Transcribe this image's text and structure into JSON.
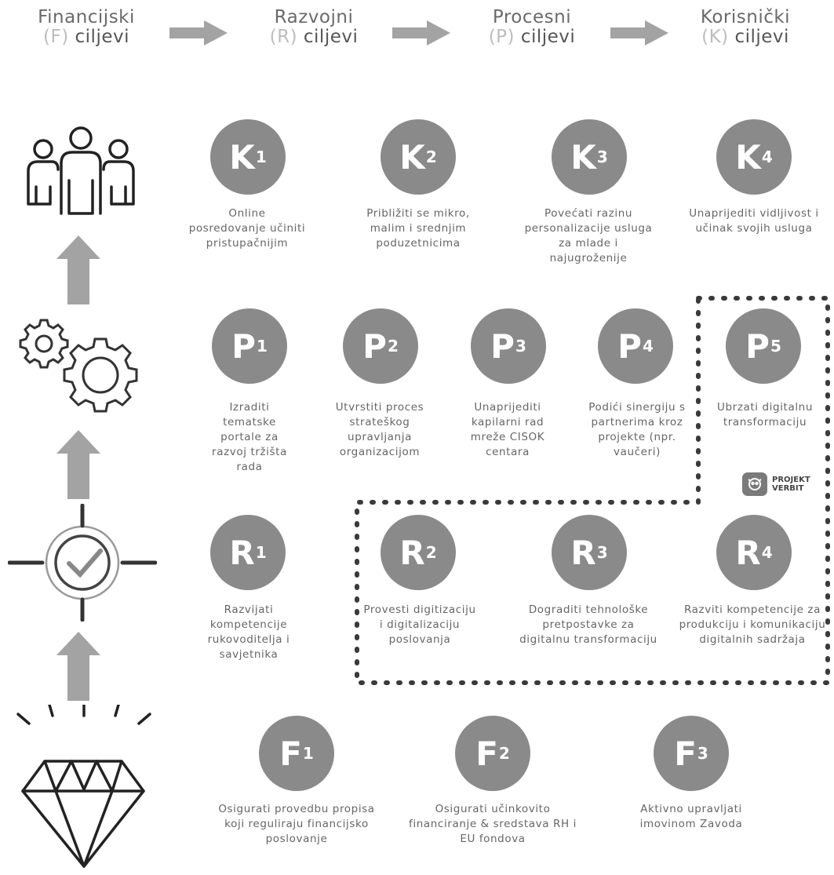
{
  "headers": [
    {
      "word": "Financijski",
      "code": "(F)",
      "tail": "ciljevi"
    },
    {
      "word": "Razvojni",
      "code": "(R)",
      "tail": "ciljevi"
    },
    {
      "word": "Procesni",
      "code": "(P)",
      "tail": "ciljevi"
    },
    {
      "word": "Korisnički",
      "code": "(K)",
      "tail": "ciljevi"
    }
  ],
  "goals": {
    "K1": {
      "letter": "K",
      "num": "1",
      "text": "Online posredovanje učiniti pristupačnijim"
    },
    "K2": {
      "letter": "K",
      "num": "2",
      "text": "Približiti se mikro, malim i srednjim poduzetnicima"
    },
    "K3": {
      "letter": "K",
      "num": "3",
      "text": "Povećati razinu personalizacije usluga za mlade i najugroženije"
    },
    "K4": {
      "letter": "K",
      "num": "4",
      "text": "Unaprijediti vidljivost i učinak svojih usluga"
    },
    "P1": {
      "letter": "P",
      "num": "1",
      "text": "Izraditi tematske portale za razvoj tržišta rada"
    },
    "P2": {
      "letter": "P",
      "num": "2",
      "text": "Utvrstiti proces strateškog upravljanja organizacijom"
    },
    "P3": {
      "letter": "P",
      "num": "3",
      "text": "Unaprijediti kapilarni rad mreže CISOK centara"
    },
    "P4": {
      "letter": "P",
      "num": "4",
      "text": "Podići sinergiju s partnerima kroz projekte (npr. vaučeri)"
    },
    "P5": {
      "letter": "P",
      "num": "5",
      "text": "Ubrzati digitalnu transformaciju"
    },
    "R1": {
      "letter": "R",
      "num": "1",
      "text": "Razvijati kompetencije rukovoditelja i savjetnika"
    },
    "R2": {
      "letter": "R",
      "num": "2",
      "text": "Provesti digitizaciju i digitalizaciju poslovanja"
    },
    "R3": {
      "letter": "R",
      "num": "3",
      "text": "Dograditi tehnološke pretpostavke za digitalnu transformaciju"
    },
    "R4": {
      "letter": "R",
      "num": "4",
      "text": "Razviti kompetencije za produkciju i komunikaciju digitalnih sadržaja"
    },
    "F1": {
      "letter": "F",
      "num": "1",
      "text": "Osigurati provedbu propisa koji reguliraju financijsko poslovanje"
    },
    "F2": {
      "letter": "F",
      "num": "2",
      "text": "Osigurati učinkovito financiranje & sredstava RH i EU fondova"
    },
    "F3": {
      "letter": "F",
      "num": "3",
      "text": "Aktivno upravljati imovinom Zavoda"
    }
  },
  "brand": {
    "line1": "PROJEKT",
    "line2": "VERBIT"
  },
  "icons": [
    "people-icon",
    "gears-icon",
    "target-check-icon",
    "diamond-icon"
  ],
  "colors": {
    "circle": "#8a8a8a",
    "arrow": "#a3a3a3",
    "dots": "#3a3a3a"
  }
}
